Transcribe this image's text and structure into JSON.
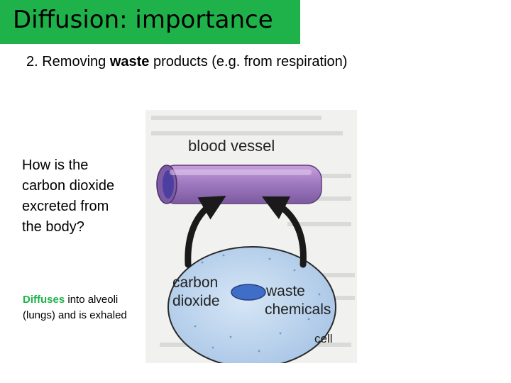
{
  "slide": {
    "title": "Diffusion: importance",
    "subtitle": {
      "prefix": "2. Removing ",
      "bold": "waste",
      "suffix": " products (e.g. from respiration)"
    },
    "question": "How is the carbon dioxide excreted from the body?",
    "answer": {
      "highlight": "Diffuses",
      "rest": " into alveoli (lungs) and is exhaled"
    },
    "colors": {
      "title_bg": "#1fb24a",
      "highlight": "#1fb24a"
    }
  },
  "figure": {
    "labels": {
      "blood_vessel": "blood vessel",
      "carbon_line1": "carbon",
      "carbon_line2": "dioxide",
      "waste_line1": "waste",
      "waste_line2": "chemicals",
      "cell": "cell"
    }
  }
}
